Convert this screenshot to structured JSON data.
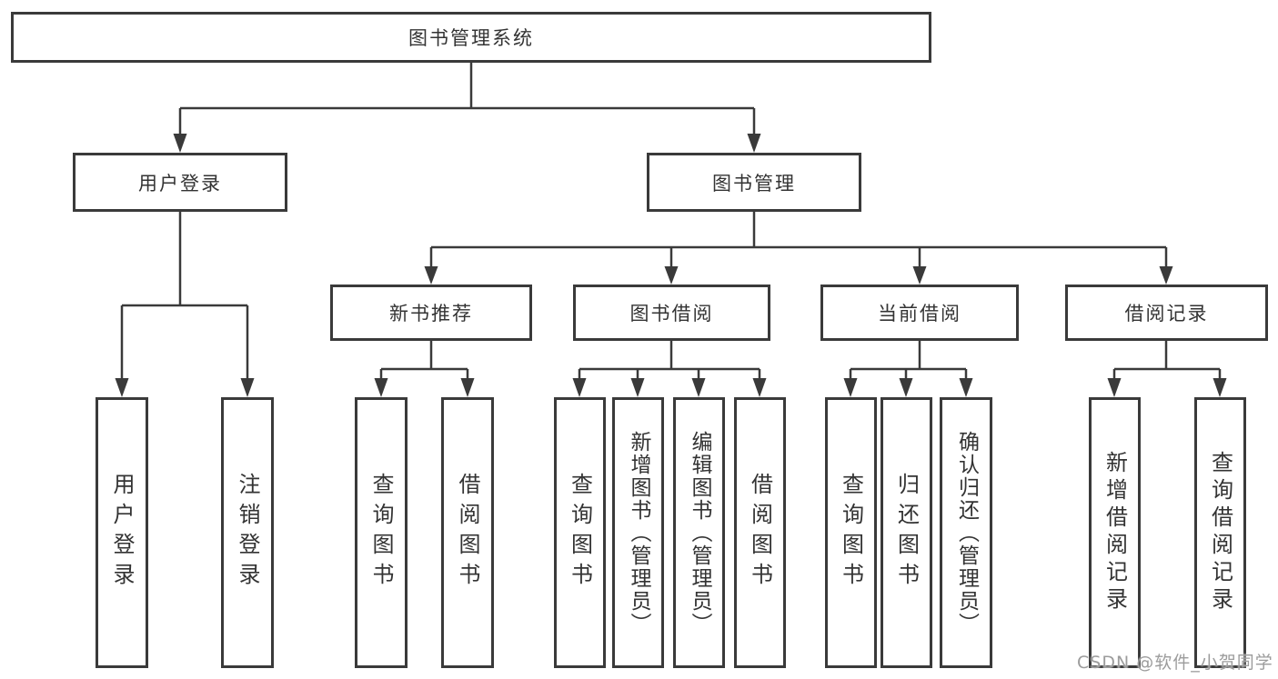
{
  "diagram": {
    "root": {
      "label": "图书管理系统"
    },
    "level2": [
      {
        "label": "用户登录"
      },
      {
        "label": "图书管理"
      }
    ],
    "level3": [
      {
        "label": "新书推荐"
      },
      {
        "label": "图书借阅"
      },
      {
        "label": "当前借阅"
      },
      {
        "label": "借阅记录"
      }
    ],
    "leaves": [
      {
        "label": "用户登录"
      },
      {
        "label": "注销登录"
      },
      {
        "label": "查询图书"
      },
      {
        "label": "借阅图书"
      },
      {
        "label": "查询图书"
      },
      {
        "label": "新增图书（管理员）"
      },
      {
        "label": "编辑图书（管理员）"
      },
      {
        "label": "借阅图书"
      },
      {
        "label": "查询图书"
      },
      {
        "label": "归还图书"
      },
      {
        "label": "确认归还（管理员）"
      },
      {
        "label": "新增借阅记录"
      },
      {
        "label": "查询借阅记录"
      }
    ],
    "line_color": "#3a3a3a",
    "text_color": "#333333"
  },
  "watermark": {
    "text": "CSDN @软件_小贺同学",
    "color": "#9c9c9c"
  }
}
